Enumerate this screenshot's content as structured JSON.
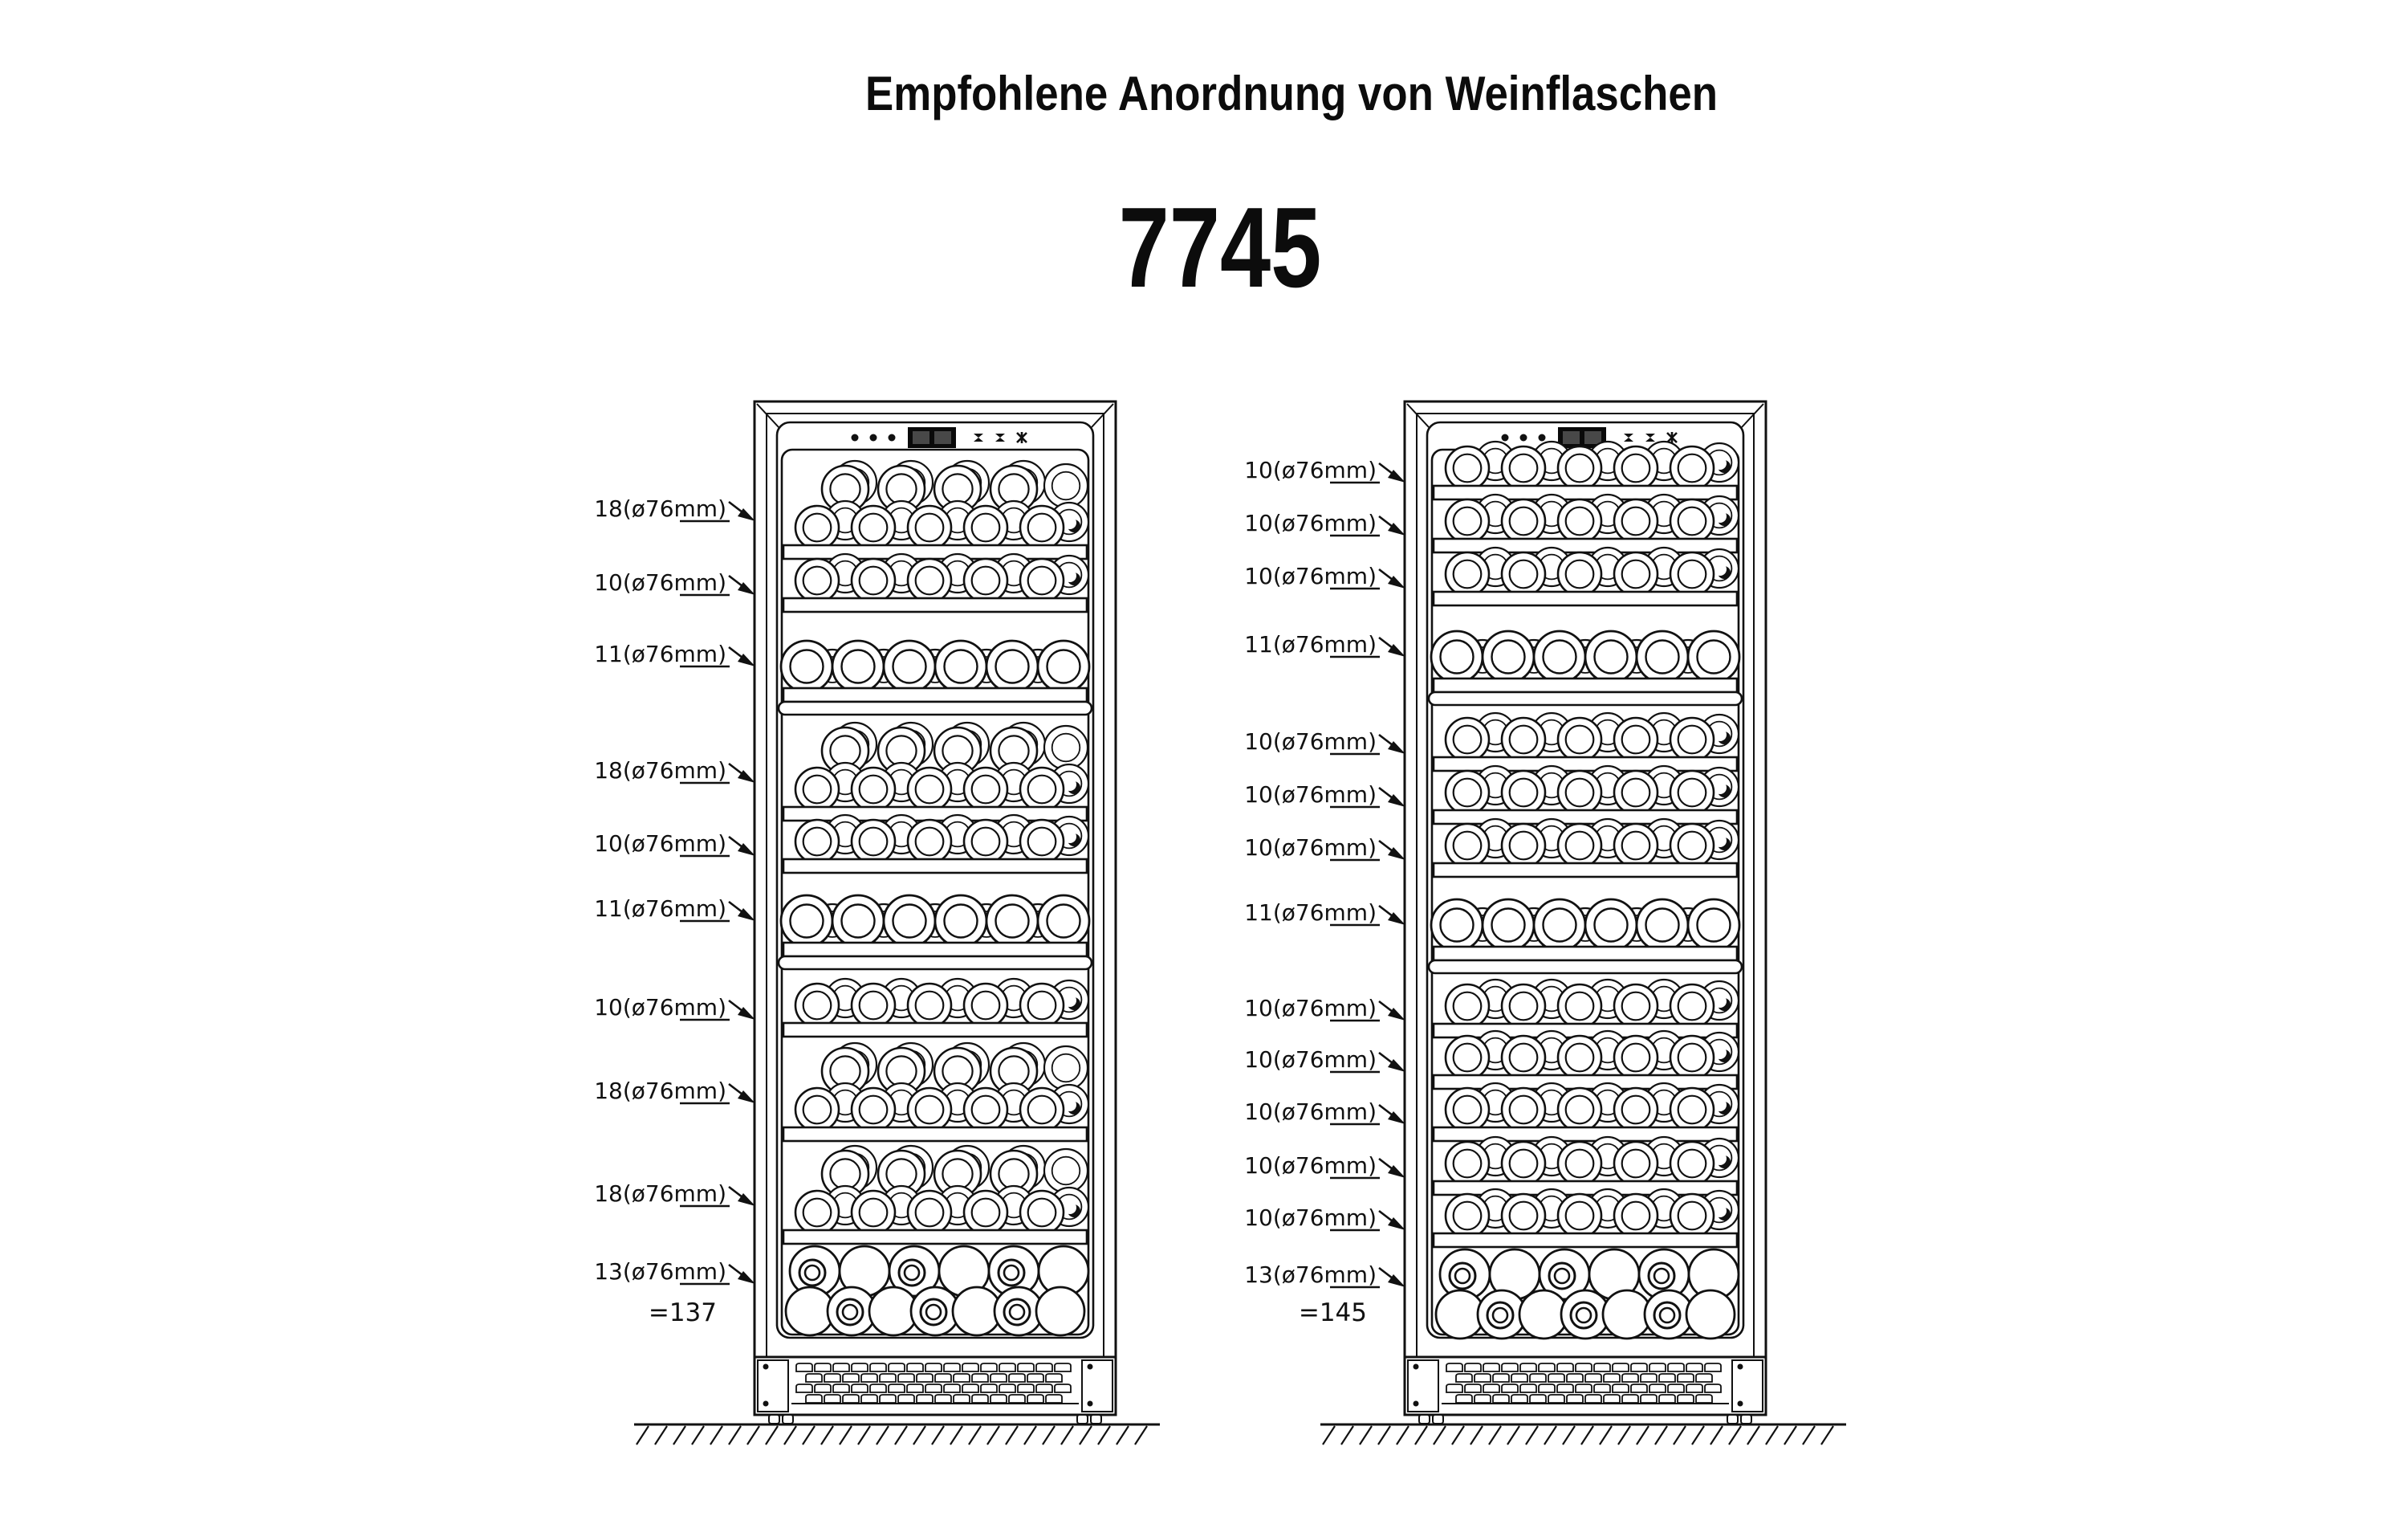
{
  "page": {
    "background_color": "#ffffff",
    "line_color": "#111111"
  },
  "header": {
    "title": "Empfohlene Anordnung von Weinflaschen",
    "model": "7745"
  },
  "control_panel": {
    "icons": [
      "button-dot",
      "button-dot",
      "button-dot",
      "temperature-display",
      "mode-icon",
      "mode-icon",
      "snowflake-icon"
    ]
  },
  "cabinets": [
    {
      "id": "left",
      "total_label": "=137",
      "rows": [
        {
          "label": "18(ø76mm)",
          "count": 18,
          "arrangement": "double",
          "divider_below": false
        },
        {
          "label": "10(ø76mm)",
          "count": 10,
          "arrangement": "single",
          "divider_below": false
        },
        {
          "label": "11(ø76mm)",
          "count": 11,
          "arrangement": "big",
          "divider_below": true
        },
        {
          "label": "18(ø76mm)",
          "count": 18,
          "arrangement": "double",
          "divider_below": false
        },
        {
          "label": "10(ø76mm)",
          "count": 10,
          "arrangement": "single",
          "divider_below": false
        },
        {
          "label": "11(ø76mm)",
          "count": 11,
          "arrangement": "big",
          "divider_below": true
        },
        {
          "label": "10(ø76mm)",
          "count": 10,
          "arrangement": "single",
          "divider_below": false
        },
        {
          "label": "18(ø76mm)",
          "count": 18,
          "arrangement": "double",
          "divider_below": false
        },
        {
          "label": "18(ø76mm)",
          "count": 18,
          "arrangement": "double",
          "divider_below": false
        },
        {
          "label": "13(ø76mm)",
          "count": 13,
          "arrangement": "bottoms",
          "divider_below": false
        }
      ]
    },
    {
      "id": "right",
      "total_label": "=145",
      "rows": [
        {
          "label": "10(ø76mm)",
          "count": 10,
          "arrangement": "single",
          "divider_below": false
        },
        {
          "label": "10(ø76mm)",
          "count": 10,
          "arrangement": "single",
          "divider_below": false
        },
        {
          "label": "10(ø76mm)",
          "count": 10,
          "arrangement": "single",
          "divider_below": false
        },
        {
          "label": "11(ø76mm)",
          "count": 11,
          "arrangement": "big",
          "divider_below": true
        },
        {
          "label": "10(ø76mm)",
          "count": 10,
          "arrangement": "single",
          "divider_below": false
        },
        {
          "label": "10(ø76mm)",
          "count": 10,
          "arrangement": "single",
          "divider_below": false
        },
        {
          "label": "10(ø76mm)",
          "count": 10,
          "arrangement": "single",
          "divider_below": false
        },
        {
          "label": "11(ø76mm)",
          "count": 11,
          "arrangement": "big",
          "divider_below": true
        },
        {
          "label": "10(ø76mm)",
          "count": 10,
          "arrangement": "single",
          "divider_below": false
        },
        {
          "label": "10(ø76mm)",
          "count": 10,
          "arrangement": "single",
          "divider_below": false
        },
        {
          "label": "10(ø76mm)",
          "count": 10,
          "arrangement": "single",
          "divider_below": false
        },
        {
          "label": "10(ø76mm)",
          "count": 10,
          "arrangement": "single",
          "divider_below": false
        },
        {
          "label": "10(ø76mm)",
          "count": 10,
          "arrangement": "single",
          "divider_below": false
        },
        {
          "label": "13(ø76mm)",
          "count": 13,
          "arrangement": "bottoms",
          "divider_below": false
        }
      ]
    }
  ]
}
